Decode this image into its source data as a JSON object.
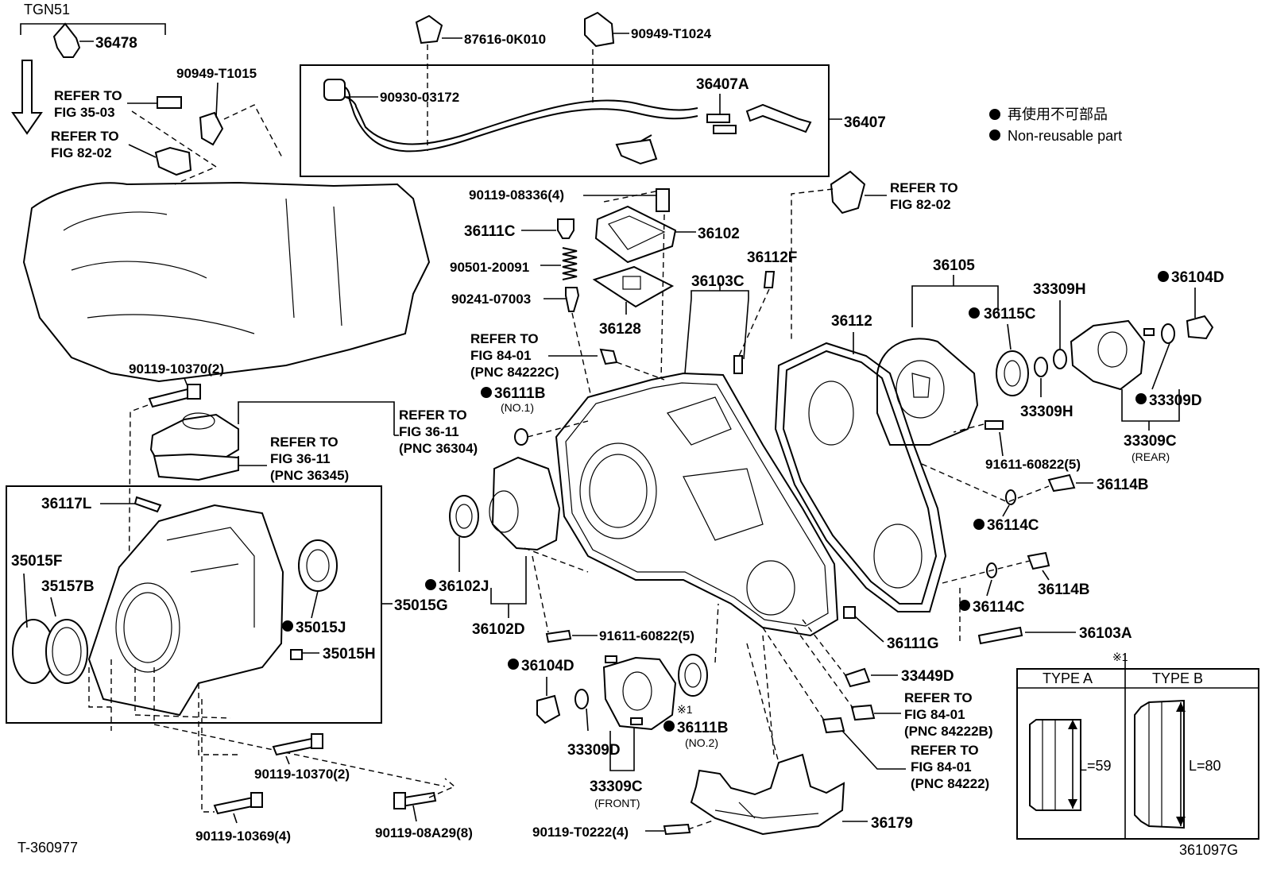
{
  "header": {
    "model_code": "TGN51"
  },
  "legend": {
    "jp_label": "再使用不可部品",
    "en_label": "Non-reusable part"
  },
  "labels": {
    "p36478": "36478",
    "p87616": "87616-0K010",
    "p90949_t1024": "90949-T1024",
    "p90949_t1015": "90949-T1015",
    "p90930": "90930-03172",
    "p36407a": "36407A",
    "p36407": "36407",
    "refer_to": "REFER TO",
    "fig_35_03": "FIG 35-03",
    "fig_82_02": "FIG 82-02",
    "fig_36_11": "FIG 36-11",
    "fig_84_01": "FIG 84-01",
    "pnc_36304": "(PNC 36304)",
    "pnc_36345": "(PNC 36345)",
    "pnc_84222c": "(PNC 84222C)",
    "pnc_84222b": "(PNC 84222B)",
    "pnc_84222": "(PNC 84222)",
    "p90119_08336": "90119-08336(4)",
    "p36111c": "36111C",
    "p36102": "36102",
    "p90501": "90501-20091",
    "p90241": "90241-07003",
    "p36128": "36128",
    "p36112f": "36112F",
    "p36103c": "36103C",
    "p36105": "36105",
    "p36112": "36112",
    "p36115c": "36115C",
    "p33309h": "33309H",
    "p36104d": "36104D",
    "p33309d": "33309D",
    "p33309c": "33309C",
    "rear": "(REAR)",
    "front": "(FRONT)",
    "p90119_10370": "90119-10370(2)",
    "p36111b": "36111B",
    "no1": "(NO.1)",
    "no2": "(NO.2)",
    "p91611": "91611-60822(5)",
    "p36114b": "36114B",
    "p36114c": "36114C",
    "p36117l": "36117L",
    "p35015f": "35015F",
    "p35157b": "35157B",
    "p35015g": "35015G",
    "p35015j": "35015J",
    "p35015h": "35015H",
    "p36102j": "36102J",
    "p36102d": "36102D",
    "p36111g": "36111G",
    "p36103a": "36103A",
    "p33449d": "33449D",
    "p36111b_2": "36111B",
    "p90119_10369": "90119-10369(4)",
    "p90119_08a29": "90119-08A29(8)",
    "p90119_t0222": "90119-T0222(4)",
    "p36179": "36179",
    "mark_1": "※1",
    "type_a": "TYPE A",
    "type_b": "TYPE B",
    "len_a": "L=59",
    "len_b": "L=80",
    "footer_left": "T-360977",
    "footer_right": "361097G"
  }
}
